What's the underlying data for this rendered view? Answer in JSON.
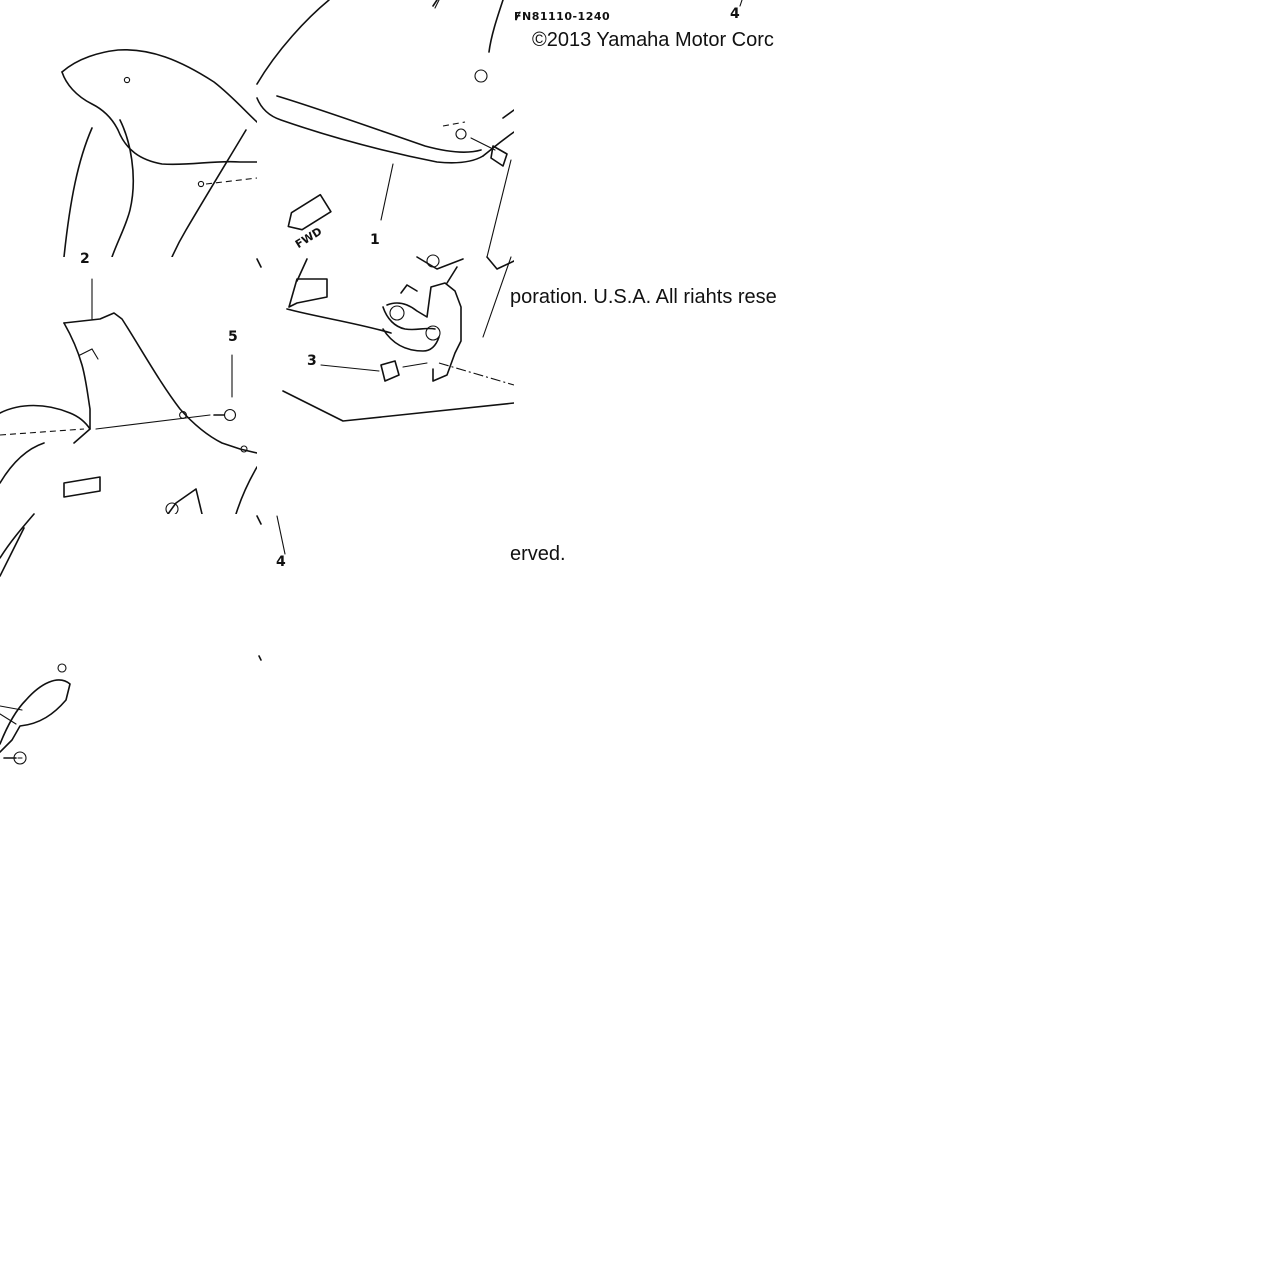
{
  "diagram": {
    "part_code": "FN81110-1240",
    "copyright_line_1": "©2013 Yamaha Motor Corc",
    "copyright_line_2": "poration. U.S.A. All riahts rese",
    "copyright_line_3": "erved.",
    "fwd_label": "FWD",
    "callouts": {
      "c1": "1",
      "c2": "2",
      "c3": "3",
      "c4_top": "4",
      "c4_mid": "4",
      "c5": "5"
    }
  }
}
